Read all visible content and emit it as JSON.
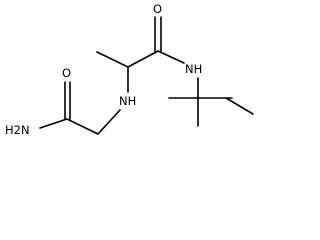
{
  "colors": {
    "background": "#ffffff",
    "bond": "#000000",
    "label": "#000000"
  },
  "atoms": {
    "amide_oxygen_left": "O",
    "amide_nh2": "H2N",
    "amine_nh": "NH",
    "amide_oxygen_right": "O",
    "amide_nh_right": "NH"
  }
}
